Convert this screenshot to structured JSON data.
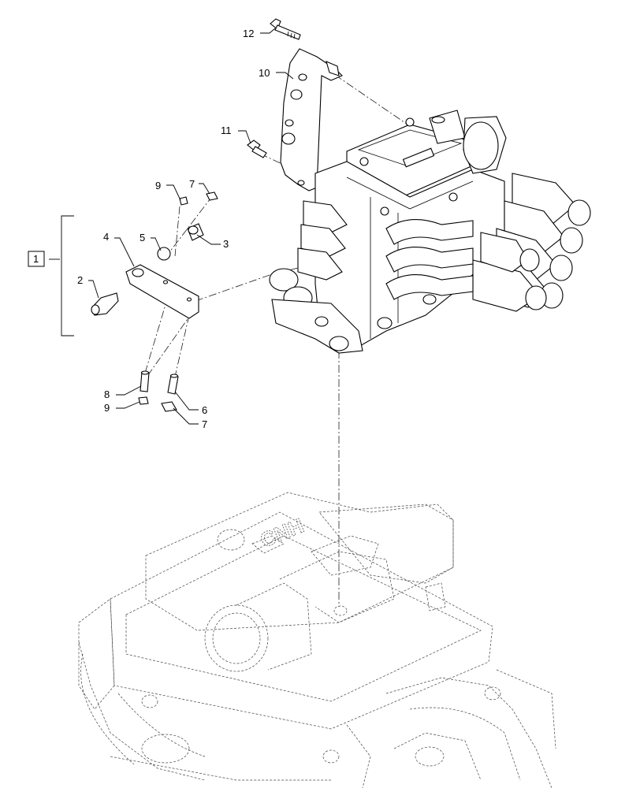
{
  "callouts": {
    "c12": "12",
    "c10": "10",
    "c11": "11",
    "c9a": "9",
    "c7a": "7",
    "c5": "5",
    "c3": "3",
    "c4": "4",
    "c2": "2",
    "c1": "1",
    "c8": "8",
    "c9b": "9",
    "c6": "6",
    "c7b": "7"
  },
  "brand_mark": "CNH"
}
